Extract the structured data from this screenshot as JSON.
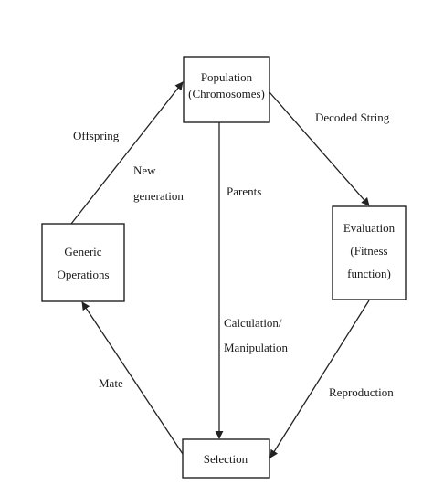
{
  "nodes": {
    "population": {
      "line1": "Population",
      "line2": "(Chromosomes)"
    },
    "evaluation": {
      "line1": "Evaluation",
      "line2": "(Fitness",
      "line3": "function)"
    },
    "selection": {
      "line1": "Selection"
    },
    "generic_operations": {
      "line1": "Generic",
      "line2": "Operations"
    }
  },
  "edges": {
    "decoded_string": "Decoded String",
    "reproduction": "Reproduction",
    "mate": "Mate",
    "offspring": "Offspring",
    "new_generation": {
      "line1": "New",
      "line2": "generation"
    },
    "parents": "Parents",
    "calculation": {
      "line1": "Calculation/",
      "line2": "Manipulation"
    }
  }
}
